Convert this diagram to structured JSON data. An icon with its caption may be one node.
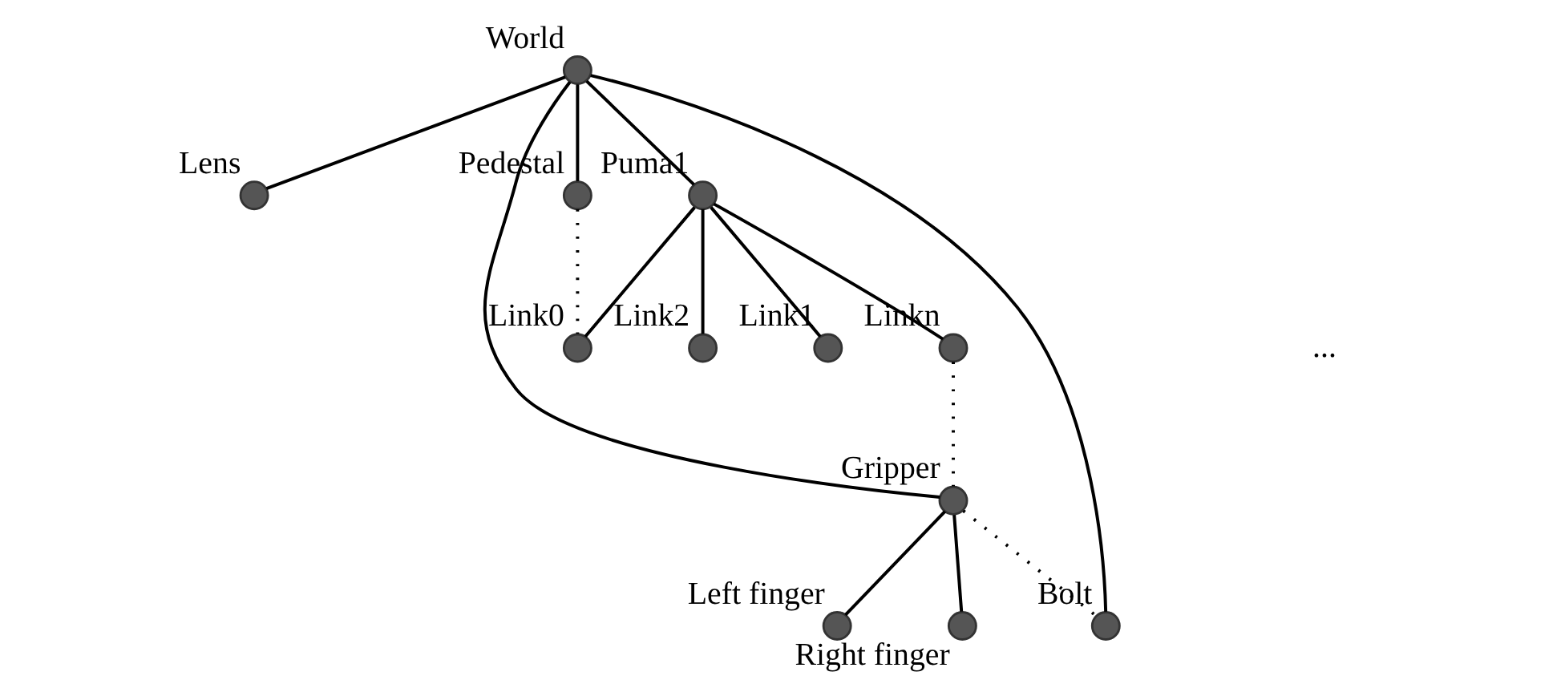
{
  "diagram": {
    "nodes": [
      {
        "text": [],
        "shape": "circle",
        "beside": [
          "World"
        ]
      },
      {
        "text": [],
        "shape": "circle",
        "beside": [
          "Lens"
        ]
      },
      {
        "text": [],
        "shape": "circle",
        "beside": [
          "Pedestal"
        ]
      },
      {
        "text": [],
        "shape": "circle",
        "beside": [
          "Puma1"
        ]
      },
      {
        "text": [],
        "shape": "circle",
        "beside": [
          "Bolt"
        ]
      },
      {
        "text": [],
        "shape": "circle",
        "beside": [
          "Linkn"
        ]
      },
      {
        "text": [],
        "shape": "circle",
        "beside": [
          "Gripper"
        ]
      },
      {
        "text": [],
        "shape": "circle",
        "beside": [
          "Link2"
        ]
      },
      {
        "text": [],
        "shape": "circle",
        "beside": [
          "Link1"
        ]
      },
      {
        "text": [],
        "shape": "circle",
        "beside": [
          "Left finger"
        ]
      },
      {
        "text": [],
        "shape": "circle",
        "beside": [
          "Right finger"
        ]
      },
      {
        "text": [],
        "shape": "circle",
        "beside": [
          "Link0"
        ]
      }
    ],
    "edges": [
      {
        "from": 0,
        "to": 1,
        "arrow": "none"
      },
      {
        "from": 0,
        "to": 2,
        "arrow": "none"
      },
      {
        "from": 0,
        "to": 3,
        "arrow": "none"
      },
      {
        "from": 0,
        "to": 6,
        "arrow": "none"
      },
      {
        "from": 0,
        "to": 4,
        "arrow": "none"
      },
      {
        "from": 3,
        "to": 11,
        "arrow": "none"
      },
      {
        "from": 3,
        "to": 8,
        "arrow": "none"
      },
      {
        "from": 3,
        "to": 7,
        "arrow": "none"
      },
      {
        "from": 3,
        "to": 5,
        "arrow": "none"
      },
      {
        "from": 2,
        "to": 11,
        "arrow": "none",
        "style": "dashed"
      },
      {
        "from": 5,
        "to": 6,
        "arrow": "none",
        "style": "dashed"
      },
      {
        "from": 6,
        "to": 4,
        "arrow": "none",
        "style": "dashed"
      },
      {
        "from": 6,
        "to": 9,
        "arrow": "none"
      },
      {
        "from": 6,
        "to": 10,
        "arrow": "none"
      }
    ],
    "labels": [
      "..."
    ]
  }
}
